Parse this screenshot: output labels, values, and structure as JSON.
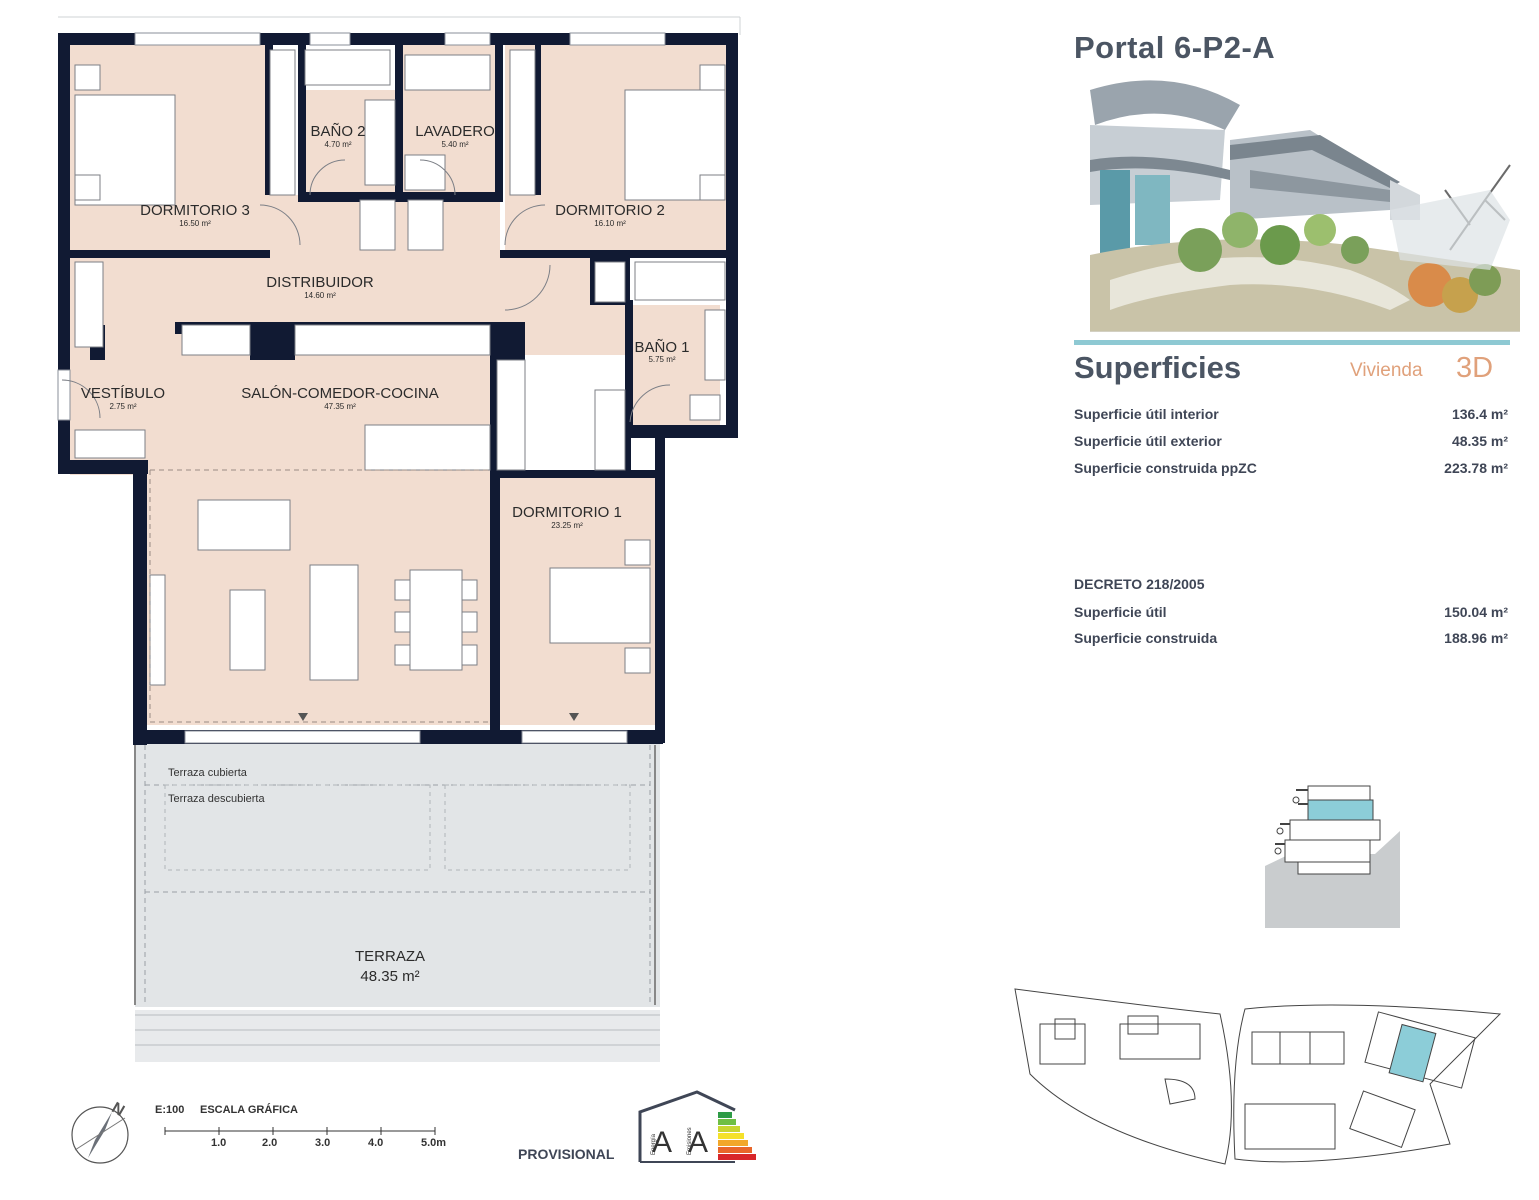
{
  "portal_title": "Portal 6-P2-A",
  "superficies": {
    "title": "Superficies",
    "vivienda_label": "Vivienda",
    "vivienda_code": "3D",
    "rows": [
      {
        "label": "Superficie útil interior",
        "value": "136.4 m²"
      },
      {
        "label": "Superficie útil exterior",
        "value": "48.35 m²"
      },
      {
        "label": "Superficie construida ppZC",
        "value": "223.78 m²"
      }
    ]
  },
  "decreto": {
    "title": "DECRETO 218/2005",
    "rows": [
      {
        "label": "Superficie útil",
        "value": "150.04 m²"
      },
      {
        "label": "Superficie construida",
        "value": "188.96 m²"
      }
    ]
  },
  "rooms": [
    {
      "name": "DORMITORIO 3",
      "area": "16.50 m²"
    },
    {
      "name": "BAÑO 2",
      "area": "4.70 m²"
    },
    {
      "name": "LAVADERO",
      "area": "5.40 m²"
    },
    {
      "name": "DORMITORIO 2",
      "area": "16.10 m²"
    },
    {
      "name": "DISTRIBUIDOR",
      "area": "14.60 m²"
    },
    {
      "name": "BAÑO 1",
      "area": "5.75 m²"
    },
    {
      "name": "VESTÍBULO",
      "area": "2.75 m²"
    },
    {
      "name": "SALÓN-COMEDOR-COCINA",
      "area": "47.35 m²"
    },
    {
      "name": "DORMITORIO 1",
      "area": "23.25 m²"
    }
  ],
  "terrace": {
    "covered_label": "Terraza cubierta",
    "uncovered_label": "Terraza descubierta",
    "name": "TERRAZA",
    "area": "48.35 m²"
  },
  "scale": {
    "ratio": "E:100",
    "title": "ESCALA GRÁFICA",
    "ticks": [
      "1.0",
      "2.0",
      "3.0",
      "4.0",
      "5.0m"
    ]
  },
  "compass": {
    "letter": "N"
  },
  "energy": {
    "status": "PROVISIONAL",
    "rating_left": "A",
    "rating_right": "A",
    "caption_left": "Energía",
    "caption_right": "Emisiones"
  },
  "colors": {
    "room_fill": "#f2ddd0",
    "wall": "#111a33",
    "terrace_fill": "#e2e5e7",
    "accent_teal": "#8ec9d3",
    "accent_orange": "#e0a17b",
    "text_dark": "#4b5563"
  }
}
